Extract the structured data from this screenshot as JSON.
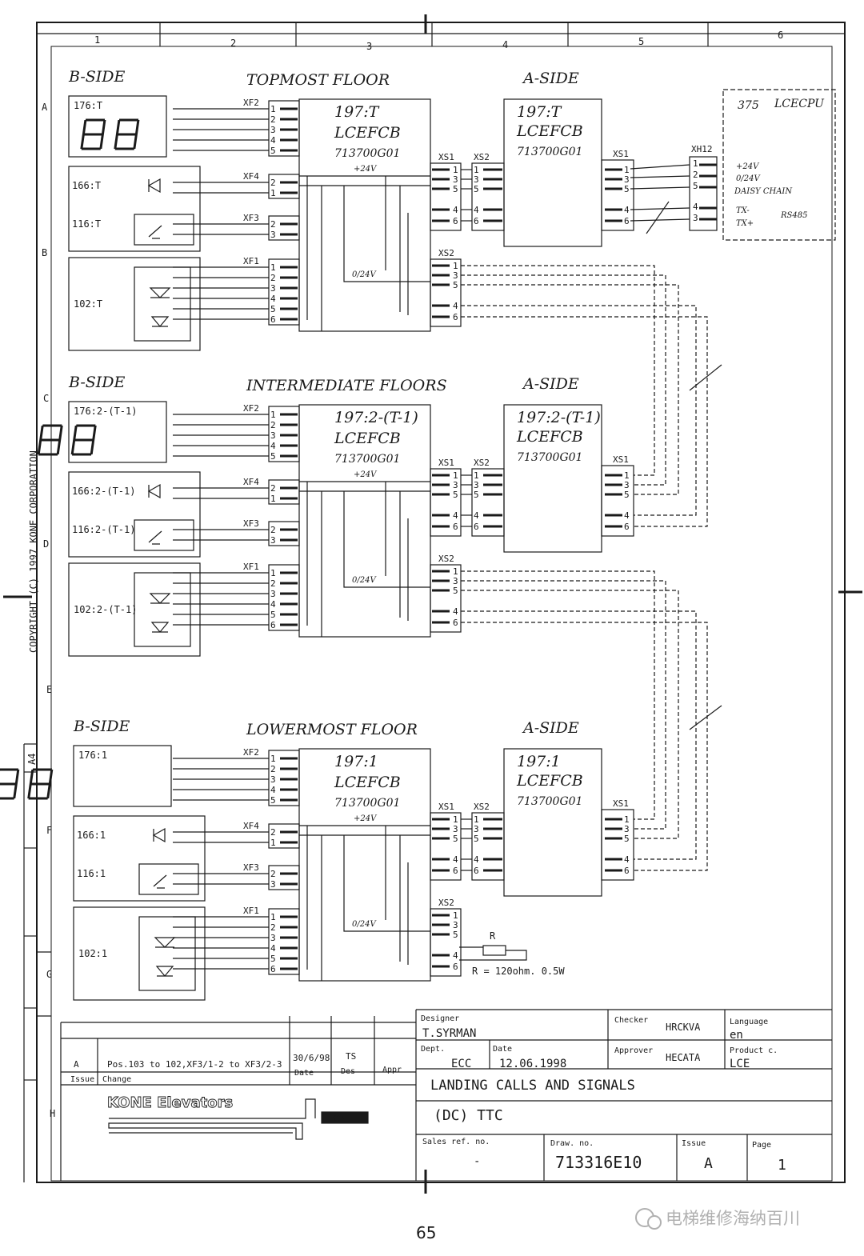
{
  "columns": [
    "1",
    "2",
    "3",
    "4",
    "5",
    "6"
  ],
  "rows": [
    "A",
    "B",
    "C",
    "D",
    "E",
    "F",
    "G",
    "H"
  ],
  "copyright": "COPYRIGHT (C) 1997 KONE CORPORATION",
  "paper_size": "A4",
  "sections": [
    {
      "b_side": "B-SIDE",
      "title": "TOPMOST FLOOR",
      "a_side": "A-SIDE",
      "display_id": "176:T",
      "lamp_id": "166:T",
      "button_id": "116:T",
      "gong_id": "102:T",
      "board_b": {
        "id": "197:T",
        "name": "LCEFCB",
        "part": "713700G01"
      },
      "board_a": {
        "id": "197:T",
        "name": "LCEFCB",
        "part": "713700G01"
      }
    },
    {
      "b_side": "B-SIDE",
      "title": "INTERMEDIATE FLOORS",
      "a_side": "A-SIDE",
      "display_id": "176:2-(T-1)",
      "lamp_id": "166:2-(T-1)",
      "button_id": "116:2-(T-1)",
      "gong_id": "102:2-(T-1)",
      "board_b": {
        "id": "197:2-(T-1)",
        "name": "LCEFCB",
        "part": "713700G01"
      },
      "board_a": {
        "id": "197:2-(T-1)",
        "name": "LCEFCB",
        "part": "713700G01"
      }
    },
    {
      "b_side": "B-SIDE",
      "title": "LOWERMOST FLOOR",
      "a_side": "A-SIDE",
      "display_id": "176:1",
      "lamp_id": "166:1",
      "button_id": "116:1",
      "gong_id": "102:1",
      "board_b": {
        "id": "197:1",
        "name": "LCEFCB",
        "part": "713700G01"
      },
      "board_a": {
        "id": "197:1",
        "name": "LCEFCB",
        "part": "713700G01"
      }
    }
  ],
  "connectors": {
    "xf1": "XF1",
    "xf2": "XF2",
    "xf3": "XF3",
    "xf4": "XF4",
    "xs1": "XS1",
    "xs2": "XS2",
    "xh12": "XH12"
  },
  "supply_labels": {
    "plus24": "+24V",
    "zero24": "0/24V"
  },
  "cpu": {
    "id": "375",
    "name": "LCECPU",
    "lines": [
      "+24V",
      "0/24V",
      "DAISY CHAIN",
      "TX-",
      "TX+"
    ],
    "bus": "RS485"
  },
  "resistor": {
    "label": "R",
    "value": "R = 120ohm. 0.5W"
  },
  "revision": {
    "issue": "A",
    "change": "Pos.103 to 102,XF3/1-2 to XF3/2-3",
    "date": "30/6/98",
    "des": "TS",
    "headers": {
      "issue": "Issue",
      "change": "Change",
      "date": "Date",
      "des": "Des",
      "appr": "Appr"
    }
  },
  "title_block": {
    "designer_label": "Designer",
    "designer": "T.SYRMAN",
    "checker_label": "Checker",
    "checker": "HRCKVA",
    "language_label": "Language",
    "language": "en",
    "dept_label": "Dept.",
    "dept": "ECC",
    "date_label": "Date",
    "date": "12.06.1998",
    "approver_label": "Approver",
    "approver": "HECATA",
    "product_label": "Product c.",
    "product": "LCE",
    "title_1": "LANDING CALLS AND SIGNALS",
    "title_2": "(DC) TTC",
    "sales_label": "Sales ref. no.",
    "sales": "-",
    "draw_label": "Draw. no.",
    "draw": "713316E10",
    "issue_label": "Issue",
    "issue": "A",
    "page_label": "Page",
    "page": "1"
  },
  "company": "KONE Elevators",
  "logo_text": "KONE",
  "page_number": "65",
  "watermark": "电梯维修海纳百川",
  "colors": {
    "ink": "#1a1a1a",
    "paper": "#ffffff",
    "watermark": "#b0b0b0"
  }
}
